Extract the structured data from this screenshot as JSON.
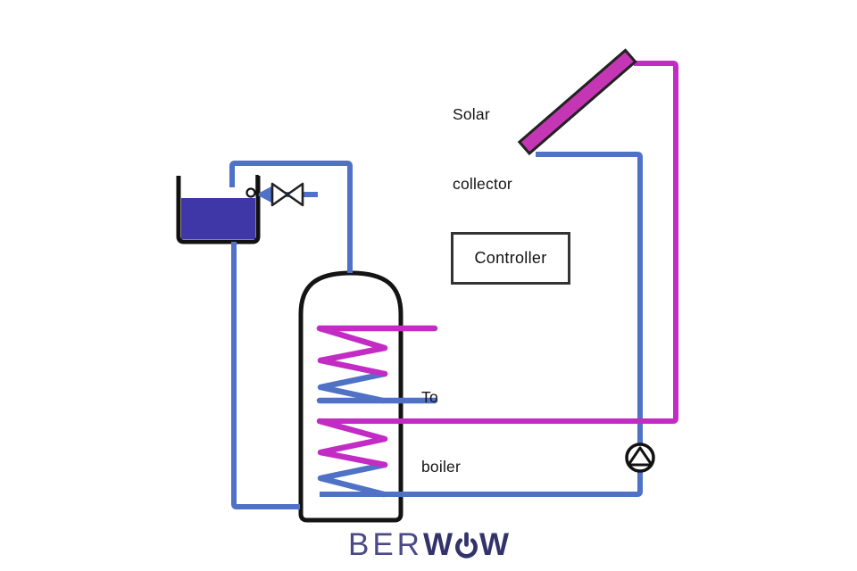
{
  "labels": {
    "solar_collector": {
      "line1": "Solar",
      "line2": "collector"
    },
    "controller": "Controller",
    "to_boiler": {
      "line1": "To",
      "line2": "boiler"
    }
  },
  "logo": {
    "prefix": "BER",
    "bold1": "W",
    "power_icon": "power-icon",
    "bold2": "W"
  },
  "colors": {
    "hot_pipe_magenta": "#c32cc4",
    "cold_pipe_blue": "#4f71c6",
    "collector_fill": "#c436b4",
    "header_tank_liquid": "#3f37a8",
    "outline_black": "#141414",
    "logo_navy": "#33336b",
    "logo_light_navy": "#4a4a88"
  }
}
